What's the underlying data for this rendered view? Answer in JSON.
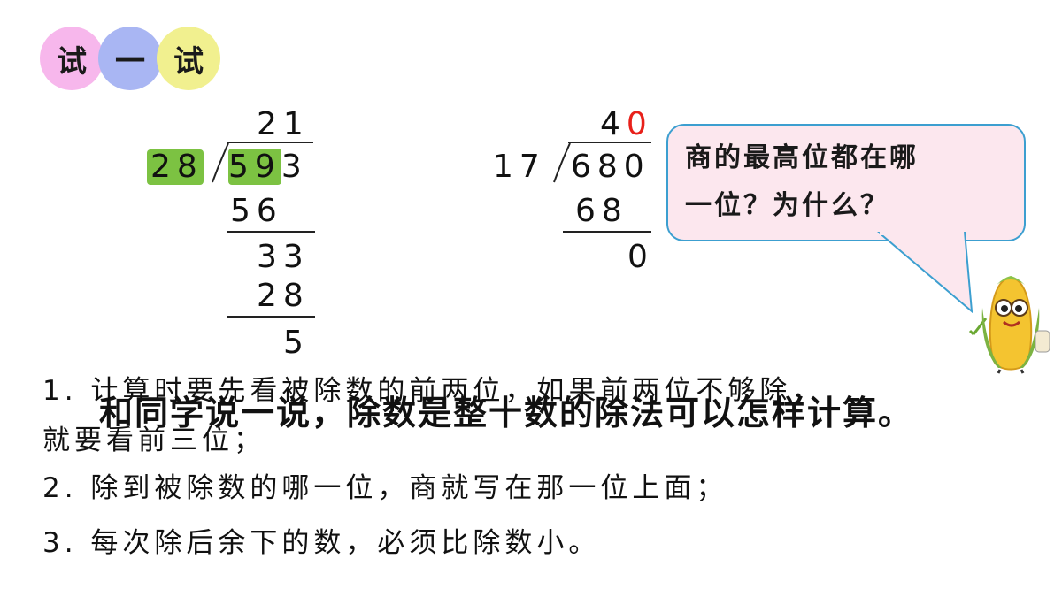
{
  "badge": {
    "chars": [
      "试",
      "一",
      "试"
    ]
  },
  "division1": {
    "quotient": "21",
    "divisor": "28",
    "dividend_highlight": "59",
    "dividend_rest": "3",
    "steps": [
      "56",
      "33",
      "28",
      "5"
    ]
  },
  "division2": {
    "quotient_first": "4",
    "quotient_red": "0",
    "divisor": "17",
    "dividend": "680",
    "steps": [
      "68",
      "0"
    ]
  },
  "bubble": {
    "line1": "商的最高位都在哪",
    "line2": "一位？为什么？"
  },
  "notes": {
    "line1": "1. 计算时要先看被除数的前两位，如果前两位不够除，",
    "line1b": "就要看前三位；",
    "line2": "2. 除到被除数的哪一位，商就写在那一位上面；",
    "line3": "3. 每次除后余下的数，必须比除数小。"
  },
  "overlay": "和同学说一说，除数是整十数的除法可以怎样计算。",
  "colors": {
    "highlight": "#7cc242",
    "red_digit": "#e8201a",
    "bubble_border": "#3c9fd0",
    "bubble_fill": "#fce7ee"
  }
}
